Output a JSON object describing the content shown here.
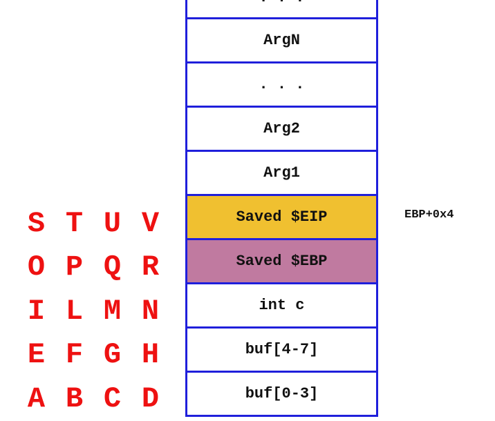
{
  "stack": {
    "cells": [
      {
        "label": ". . .",
        "color": "#ffffff"
      },
      {
        "label": "ArgN",
        "color": "#ffffff"
      },
      {
        "label": ". . .",
        "color": "#ffffff"
      },
      {
        "label": "Arg2",
        "color": "#ffffff"
      },
      {
        "label": "Arg1",
        "color": "#ffffff"
      },
      {
        "label": "Saved $EIP",
        "color": "#f0c030"
      },
      {
        "label": "Saved $EBP",
        "color": "#c07aa0"
      },
      {
        "label": "int c",
        "color": "#ffffff"
      },
      {
        "label": "buf[4-7]",
        "color": "#ffffff"
      },
      {
        "label": "buf[0-3]",
        "color": "#ffffff"
      }
    ],
    "border_color": "#1f1fdb"
  },
  "letters": {
    "color": "#ee1111",
    "rows": [
      [
        "S",
        "T",
        "U",
        "V"
      ],
      [
        "O",
        "P",
        "Q",
        "R"
      ],
      [
        "I",
        "L",
        "M",
        "N"
      ],
      [
        "E",
        "F",
        "G",
        "H"
      ],
      [
        "A",
        "B",
        "C",
        "D"
      ]
    ]
  },
  "annotation": {
    "ebp_offset": "EBP+0x4"
  }
}
